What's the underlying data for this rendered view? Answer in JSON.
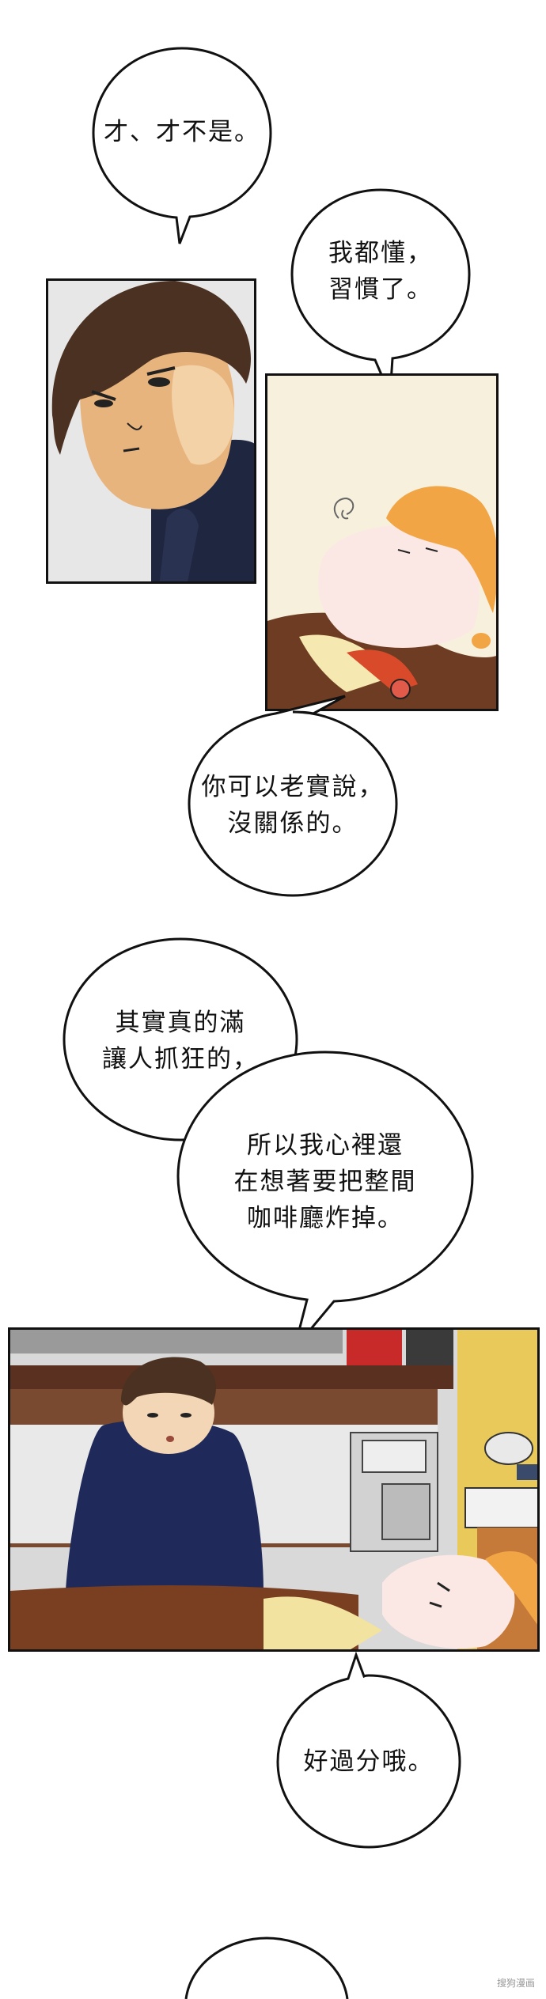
{
  "bubbles": {
    "b1": {
      "line1": "才、才不是。"
    },
    "b2": {
      "line1": "我都懂，",
      "line2": "習慣了。"
    },
    "b3": {
      "line1": "你可以老實說，",
      "line2": "沒關係的。"
    },
    "b4": {
      "line1": "其實真的滿",
      "line2": "讓人抓狂的，"
    },
    "b5": {
      "line1": "所以我心裡還",
      "line2": "在想著要把整間",
      "line3": "咖啡廳炸掉。"
    },
    "b6": {
      "line1": "好過分哦。"
    }
  },
  "watermark": "搜狗漫画"
}
